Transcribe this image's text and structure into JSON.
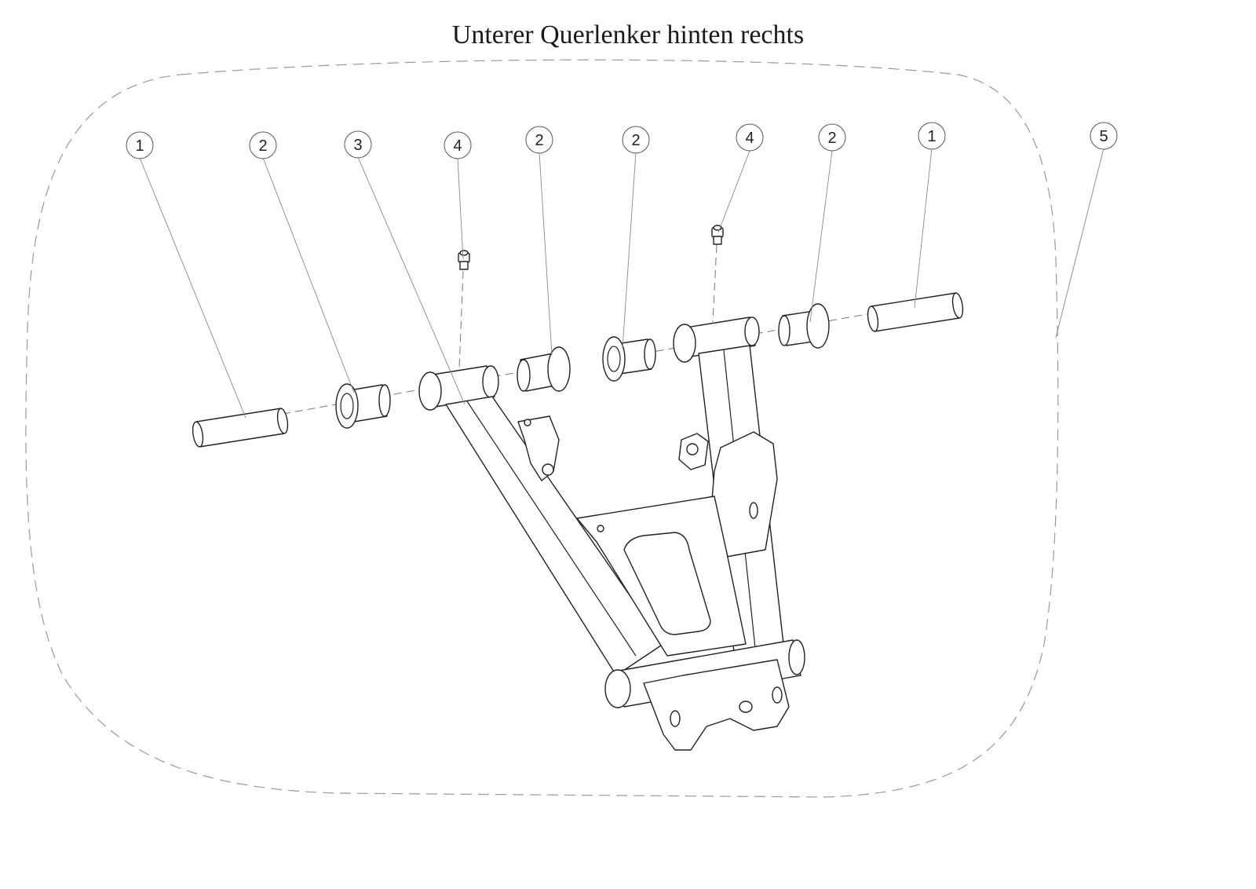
{
  "title": "Unterer Querlenker hinten rechts",
  "callouts": [
    "1",
    "2",
    "3",
    "4",
    "2",
    "2",
    "4",
    "2",
    "1",
    "5"
  ]
}
